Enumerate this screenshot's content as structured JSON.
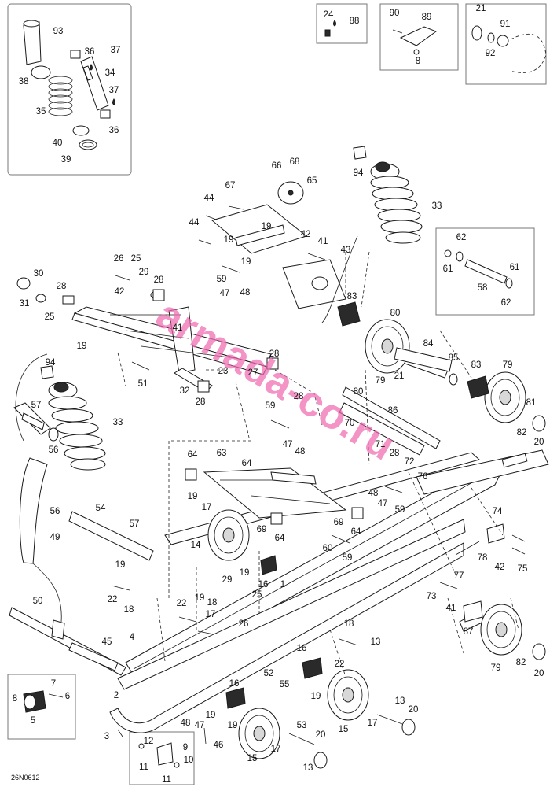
{
  "drawing_code": "26N0612",
  "watermark": "armada-co.ru",
  "callouts": [
    {
      "id": "c93",
      "label": "93"
    },
    {
      "id": "c36a",
      "label": "36"
    },
    {
      "id": "c37a",
      "label": "37"
    },
    {
      "id": "c38",
      "label": "38"
    },
    {
      "id": "c34",
      "label": "34"
    },
    {
      "id": "c37b",
      "label": "37"
    },
    {
      "id": "c35",
      "label": "35"
    },
    {
      "id": "c36b",
      "label": "36"
    },
    {
      "id": "c40",
      "label": "40"
    },
    {
      "id": "c39",
      "label": "39"
    },
    {
      "id": "c24",
      "label": "24"
    },
    {
      "id": "c88",
      "label": "88"
    },
    {
      "id": "c90",
      "label": "90"
    },
    {
      "id": "c89",
      "label": "89"
    },
    {
      "id": "c8top",
      "label": "8"
    },
    {
      "id": "c21top",
      "label": "21"
    },
    {
      "id": "c91",
      "label": "91"
    },
    {
      "id": "c92",
      "label": "92"
    },
    {
      "id": "c66",
      "label": "66"
    },
    {
      "id": "c68",
      "label": "68"
    },
    {
      "id": "c65",
      "label": "65"
    },
    {
      "id": "c67",
      "label": "67"
    },
    {
      "id": "c44a",
      "label": "44"
    },
    {
      "id": "c44b",
      "label": "44"
    },
    {
      "id": "c19a",
      "label": "19"
    },
    {
      "id": "c19b",
      "label": "19"
    },
    {
      "id": "c42a",
      "label": "42"
    },
    {
      "id": "c41a",
      "label": "41"
    },
    {
      "id": "c43",
      "label": "43"
    },
    {
      "id": "c59a",
      "label": "59"
    },
    {
      "id": "c47a",
      "label": "47"
    },
    {
      "id": "c48a",
      "label": "48"
    },
    {
      "id": "c94a",
      "label": "94"
    },
    {
      "id": "c33a",
      "label": "33"
    },
    {
      "id": "c62a",
      "label": "62"
    },
    {
      "id": "c61a",
      "label": "61"
    },
    {
      "id": "c61b",
      "label": "61"
    },
    {
      "id": "c58",
      "label": "58"
    },
    {
      "id": "c62b",
      "label": "62"
    },
    {
      "id": "c26a",
      "label": "26"
    },
    {
      "id": "c25a",
      "label": "25"
    },
    {
      "id": "c29a",
      "label": "29"
    },
    {
      "id": "c28a",
      "label": "28"
    },
    {
      "id": "c30",
      "label": "30"
    },
    {
      "id": "c28b",
      "label": "28"
    },
    {
      "id": "c31",
      "label": "31"
    },
    {
      "id": "c25b",
      "label": "25"
    },
    {
      "id": "c42b",
      "label": "42"
    },
    {
      "id": "c41b",
      "label": "41"
    },
    {
      "id": "c19c",
      "label": "19"
    },
    {
      "id": "c28c",
      "label": "28"
    },
    {
      "id": "c23",
      "label": "23"
    },
    {
      "id": "c27",
      "label": "27"
    },
    {
      "id": "c51",
      "label": "51"
    },
    {
      "id": "c32",
      "label": "32"
    },
    {
      "id": "c28d",
      "label": "28"
    },
    {
      "id": "c83a",
      "label": "83"
    },
    {
      "id": "c80a",
      "label": "80"
    },
    {
      "id": "c84",
      "label": "84"
    },
    {
      "id": "c85",
      "label": "85"
    },
    {
      "id": "c79a",
      "label": "79"
    },
    {
      "id": "c21b",
      "label": "21"
    },
    {
      "id": "c83b",
      "label": "83"
    },
    {
      "id": "c79b",
      "label": "79"
    },
    {
      "id": "c81",
      "label": "81"
    },
    {
      "id": "c82a",
      "label": "82"
    },
    {
      "id": "c20a",
      "label": "20"
    },
    {
      "id": "c94b",
      "label": "94"
    },
    {
      "id": "c57a",
      "label": "57"
    },
    {
      "id": "c33b",
      "label": "33"
    },
    {
      "id": "c56a",
      "label": "56"
    },
    {
      "id": "c59b",
      "label": "59"
    },
    {
      "id": "c28e",
      "label": "28"
    },
    {
      "id": "c47b",
      "label": "47"
    },
    {
      "id": "c48b",
      "label": "48"
    },
    {
      "id": "c80b",
      "label": "80"
    },
    {
      "id": "c86",
      "label": "86"
    },
    {
      "id": "c70",
      "label": "70"
    },
    {
      "id": "c71",
      "label": "71"
    },
    {
      "id": "c28f",
      "label": "28"
    },
    {
      "id": "c72",
      "label": "72"
    },
    {
      "id": "c76",
      "label": "76"
    },
    {
      "id": "c48c",
      "label": "48"
    },
    {
      "id": "c47c",
      "label": "47"
    },
    {
      "id": "c59c",
      "label": "59"
    },
    {
      "id": "c64a",
      "label": "64"
    },
    {
      "id": "c63",
      "label": "63"
    },
    {
      "id": "c64b",
      "label": "64"
    },
    {
      "id": "c19d",
      "label": "19"
    },
    {
      "id": "c17a",
      "label": "17"
    },
    {
      "id": "c14",
      "label": "14"
    },
    {
      "id": "c69a",
      "label": "69"
    },
    {
      "id": "c69b",
      "label": "69"
    },
    {
      "id": "c64c",
      "label": "64"
    },
    {
      "id": "c64d",
      "label": "64"
    },
    {
      "id": "c60",
      "label": "60"
    },
    {
      "id": "c59d",
      "label": "59"
    },
    {
      "id": "c74",
      "label": "74"
    },
    {
      "id": "c78",
      "label": "78"
    },
    {
      "id": "c42c",
      "label": "42"
    },
    {
      "id": "c75",
      "label": "75"
    },
    {
      "id": "c56b",
      "label": "56"
    },
    {
      "id": "c54",
      "label": "54"
    },
    {
      "id": "c57b",
      "label": "57"
    },
    {
      "id": "c49",
      "label": "49"
    },
    {
      "id": "c19e",
      "label": "19"
    },
    {
      "id": "c16a",
      "label": "16"
    },
    {
      "id": "c1",
      "label": "1"
    },
    {
      "id": "c29b",
      "label": "29"
    },
    {
      "id": "c19f",
      "label": "19"
    },
    {
      "id": "c22a",
      "label": "22"
    },
    {
      "id": "c18a",
      "label": "18"
    },
    {
      "id": "c22b",
      "label": "22"
    },
    {
      "id": "c19g",
      "label": "19"
    },
    {
      "id": "c18b",
      "label": "18"
    },
    {
      "id": "c17b",
      "label": "17"
    },
    {
      "id": "c25c",
      "label": "25"
    },
    {
      "id": "c73",
      "label": "73"
    },
    {
      "id": "c41c",
      "label": "41"
    },
    {
      "id": "c77",
      "label": "77"
    },
    {
      "id": "c50",
      "label": "50"
    },
    {
      "id": "c26b",
      "label": "26"
    },
    {
      "id": "c18c",
      "label": "18"
    },
    {
      "id": "c13a",
      "label": "13"
    },
    {
      "id": "c87",
      "label": "87"
    },
    {
      "id": "c82b",
      "label": "82"
    },
    {
      "id": "c20b",
      "label": "20"
    },
    {
      "id": "c79c",
      "label": "79"
    },
    {
      "id": "c4",
      "label": "4"
    },
    {
      "id": "c45",
      "label": "45"
    },
    {
      "id": "c22c",
      "label": "22"
    },
    {
      "id": "c16b",
      "label": "16"
    },
    {
      "id": "c19h",
      "label": "19"
    },
    {
      "id": "c52",
      "label": "52"
    },
    {
      "id": "c7",
      "label": "7"
    },
    {
      "id": "c8b",
      "label": "8"
    },
    {
      "id": "c6",
      "label": "6"
    },
    {
      "id": "c5",
      "label": "5"
    },
    {
      "id": "c2",
      "label": "2"
    },
    {
      "id": "c16c",
      "label": "16"
    },
    {
      "id": "c55",
      "label": "55"
    },
    {
      "id": "c19i",
      "label": "19"
    },
    {
      "id": "c13b",
      "label": "13"
    },
    {
      "id": "c20c",
      "label": "20"
    },
    {
      "id": "c48d",
      "label": "48"
    },
    {
      "id": "c47d",
      "label": "47"
    },
    {
      "id": "c19j",
      "label": "19"
    },
    {
      "id": "c53",
      "label": "53"
    },
    {
      "id": "c15a",
      "label": "15"
    },
    {
      "id": "c17c",
      "label": "17"
    },
    {
      "id": "c3",
      "label": "3"
    },
    {
      "id": "c12",
      "label": "12"
    },
    {
      "id": "c9",
      "label": "9"
    },
    {
      "id": "c11a",
      "label": "11"
    },
    {
      "id": "c10",
      "label": "10"
    },
    {
      "id": "c11b",
      "label": "11"
    },
    {
      "id": "c46",
      "label": "46"
    },
    {
      "id": "c15b",
      "label": "15"
    },
    {
      "id": "c17d",
      "label": "17"
    },
    {
      "id": "c20d",
      "label": "20"
    },
    {
      "id": "c13c",
      "label": "13"
    }
  ]
}
